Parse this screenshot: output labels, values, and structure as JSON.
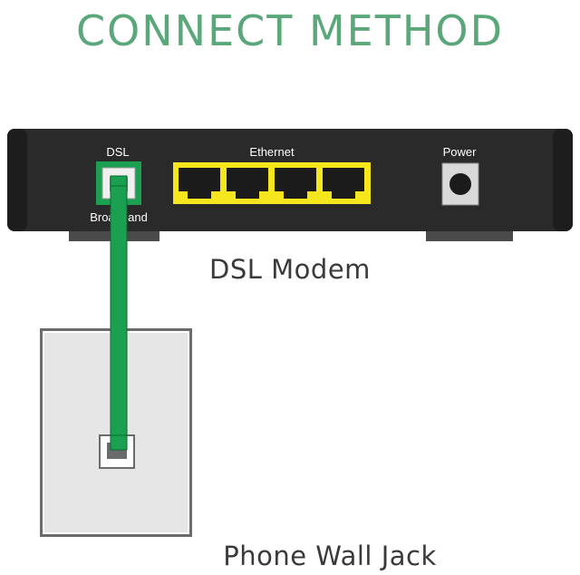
{
  "title": "CONNECT METHOD",
  "modem": {
    "dsl_label": "DSL",
    "broadband_label": "Broadband",
    "ethernet_label": "Ethernet",
    "power_label": "Power",
    "ethernet_port_count": 4,
    "caption": "DSL Modem"
  },
  "wall_jack": {
    "caption": "Phone Wall Jack"
  },
  "colors": {
    "title": "#5aa87a",
    "cable": "#1aa050",
    "modem_body": "#2b2a2a",
    "ethernet_panel": "#f5e61e",
    "wall_plate": "#e6e6e6"
  }
}
